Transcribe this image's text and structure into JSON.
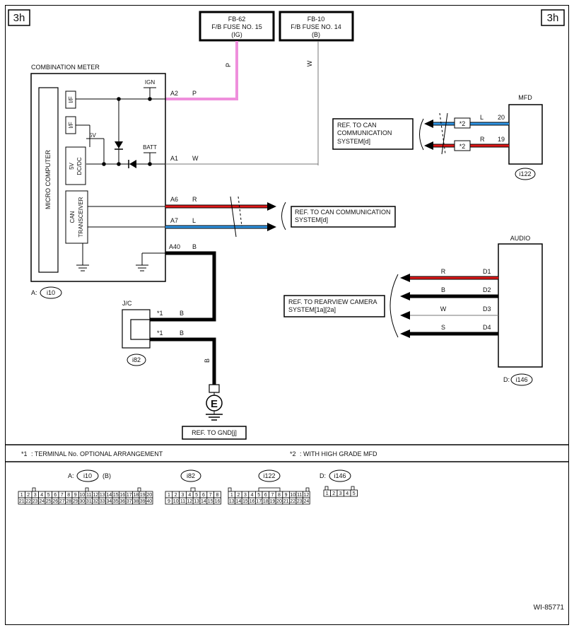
{
  "page_tag": "3h",
  "fuses": [
    {
      "id": "FB-62",
      "name": "F/B FUSE NO. 15",
      "source": "(IG)"
    },
    {
      "id": "FB-10",
      "name": "F/B FUSE NO. 14",
      "source": "(B)"
    }
  ],
  "combination_meter": {
    "title": "COMBINATION METER",
    "micro_computer": "MICRO COMPUTER",
    "if_label": "I/F",
    "dcdc_top": "5V",
    "dcdc_bottom": "DC/DC",
    "can_top": "CAN",
    "can_bottom": "TRANSCEIVER",
    "ign": "IGN",
    "batt": "BATT",
    "v5": "5V",
    "connector_prefix": "A:",
    "connector": "i10"
  },
  "meter_pins": [
    {
      "pin": "A2",
      "wire": "P"
    },
    {
      "pin": "A1",
      "wire": "W"
    },
    {
      "pin": "A6",
      "wire": "R"
    },
    {
      "pin": "A7",
      "wire": "L"
    },
    {
      "pin": "A40",
      "wire": "B"
    }
  ],
  "vertical_labels": {
    "fb62_wire": "P",
    "fb10_wire": "W",
    "ground_wire": "B"
  },
  "colors": {
    "P": "#ef8fdc",
    "R": "#e01818",
    "L": "#2f96e6",
    "B": "#000000",
    "W": "#9a9a9a"
  },
  "mfd": {
    "title": "MFD",
    "connector": "i122",
    "ref": [
      "REF. TO CAN",
      "COMMUNICATION",
      "SYSTEM[d]"
    ],
    "star": "*2",
    "rows": [
      {
        "wire": "L",
        "pin": "20"
      },
      {
        "wire": "R",
        "pin": "19"
      }
    ]
  },
  "can_ref": [
    "REF. TO CAN COMMUNICATION",
    "SYSTEM[d]"
  ],
  "audio": {
    "title": "AUDIO",
    "connector_prefix": "D:",
    "connector": "i146",
    "ref": [
      "REF. TO REARVIEW CAMERA",
      "SYSTEM[1a][2a]"
    ],
    "rows": [
      {
        "wire": "R",
        "pin": "D1"
      },
      {
        "wire": "B",
        "pin": "D2"
      },
      {
        "wire": "W",
        "pin": "D3"
      },
      {
        "wire": "S",
        "pin": "D4"
      }
    ]
  },
  "jc": {
    "title": "J/C",
    "connector": "i82",
    "star": "*1",
    "wire": "B"
  },
  "ground": {
    "symbol": "E",
    "ref": "REF. TO GND[j]"
  },
  "notes": {
    "n1_mark": "*1",
    "n1_text": ": TERMINAL No. OPTIONAL ARRANGEMENT",
    "n2_mark": "*2",
    "n2_text": ": WITH HIGH GRADE MFD"
  },
  "connector_views": {
    "i10_prefix": "A:",
    "i10_name": "i10",
    "i10_color": "(B)",
    "i10_top": [
      "1",
      "2",
      "3",
      "4",
      "5",
      "6",
      "7",
      "8",
      "9",
      "10",
      "11",
      "12",
      "13",
      "14",
      "15",
      "16",
      "17",
      "18",
      "19",
      "20"
    ],
    "i10_bottom": [
      "21",
      "22",
      "23",
      "24",
      "25",
      "26",
      "27",
      "28",
      "29",
      "30",
      "31",
      "32",
      "33",
      "34",
      "35",
      "36",
      "37",
      "38",
      "39",
      "40"
    ],
    "i82_name": "i82",
    "i82_top": [
      "1",
      "2",
      "3",
      "4",
      "5",
      "6",
      "7",
      "8"
    ],
    "i82_bottom": [
      "9",
      "10",
      "11",
      "12",
      "13",
      "14",
      "15",
      "16"
    ],
    "i122_name": "i122",
    "i122_top": [
      "1",
      "2",
      "3",
      "4",
      "5",
      "6",
      "7",
      "8",
      "9",
      "10",
      "11",
      "12"
    ],
    "i122_bottom": [
      "13",
      "14",
      "15",
      "16",
      "17",
      "18",
      "19",
      "20",
      "21",
      "22",
      "23",
      "24"
    ],
    "i146_prefix": "D:",
    "i146_name": "i146",
    "i146_top": [
      "1",
      "2",
      "3",
      "4",
      "5"
    ]
  },
  "figure_id": "WI-85771"
}
